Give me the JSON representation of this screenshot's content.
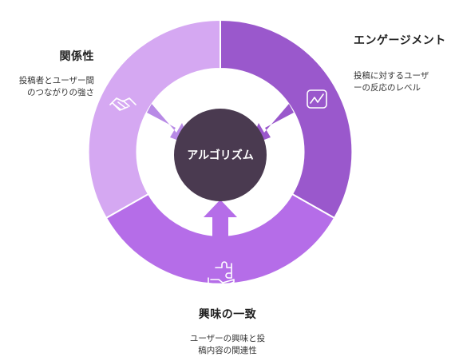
{
  "center": {
    "label": "アルゴリズム"
  },
  "segments": [
    {
      "key": "relation",
      "title": "関係性",
      "desc_line1": "投稿者とユーザー間",
      "desc_line2": "のつながりの強さ",
      "color": "#d5a8f2",
      "icon": "handshake-icon"
    },
    {
      "key": "engagement",
      "title": "エンゲージメント",
      "desc_line1": "投稿に対するユーザ",
      "desc_line2": "ーの反応のレベル",
      "color": "#9a58cc",
      "icon": "line-chart-icon"
    },
    {
      "key": "interest",
      "title": "興味の一致",
      "desc_line1": "ユーザーの興味と投",
      "desc_line2": "稿内容の関連性",
      "color": "#b56de8",
      "icon": "hand-puzzle-icon"
    }
  ],
  "colors": {
    "center": "#4a3a50",
    "center_text": "#ffffff",
    "icon_stroke": "#ffffff"
  }
}
